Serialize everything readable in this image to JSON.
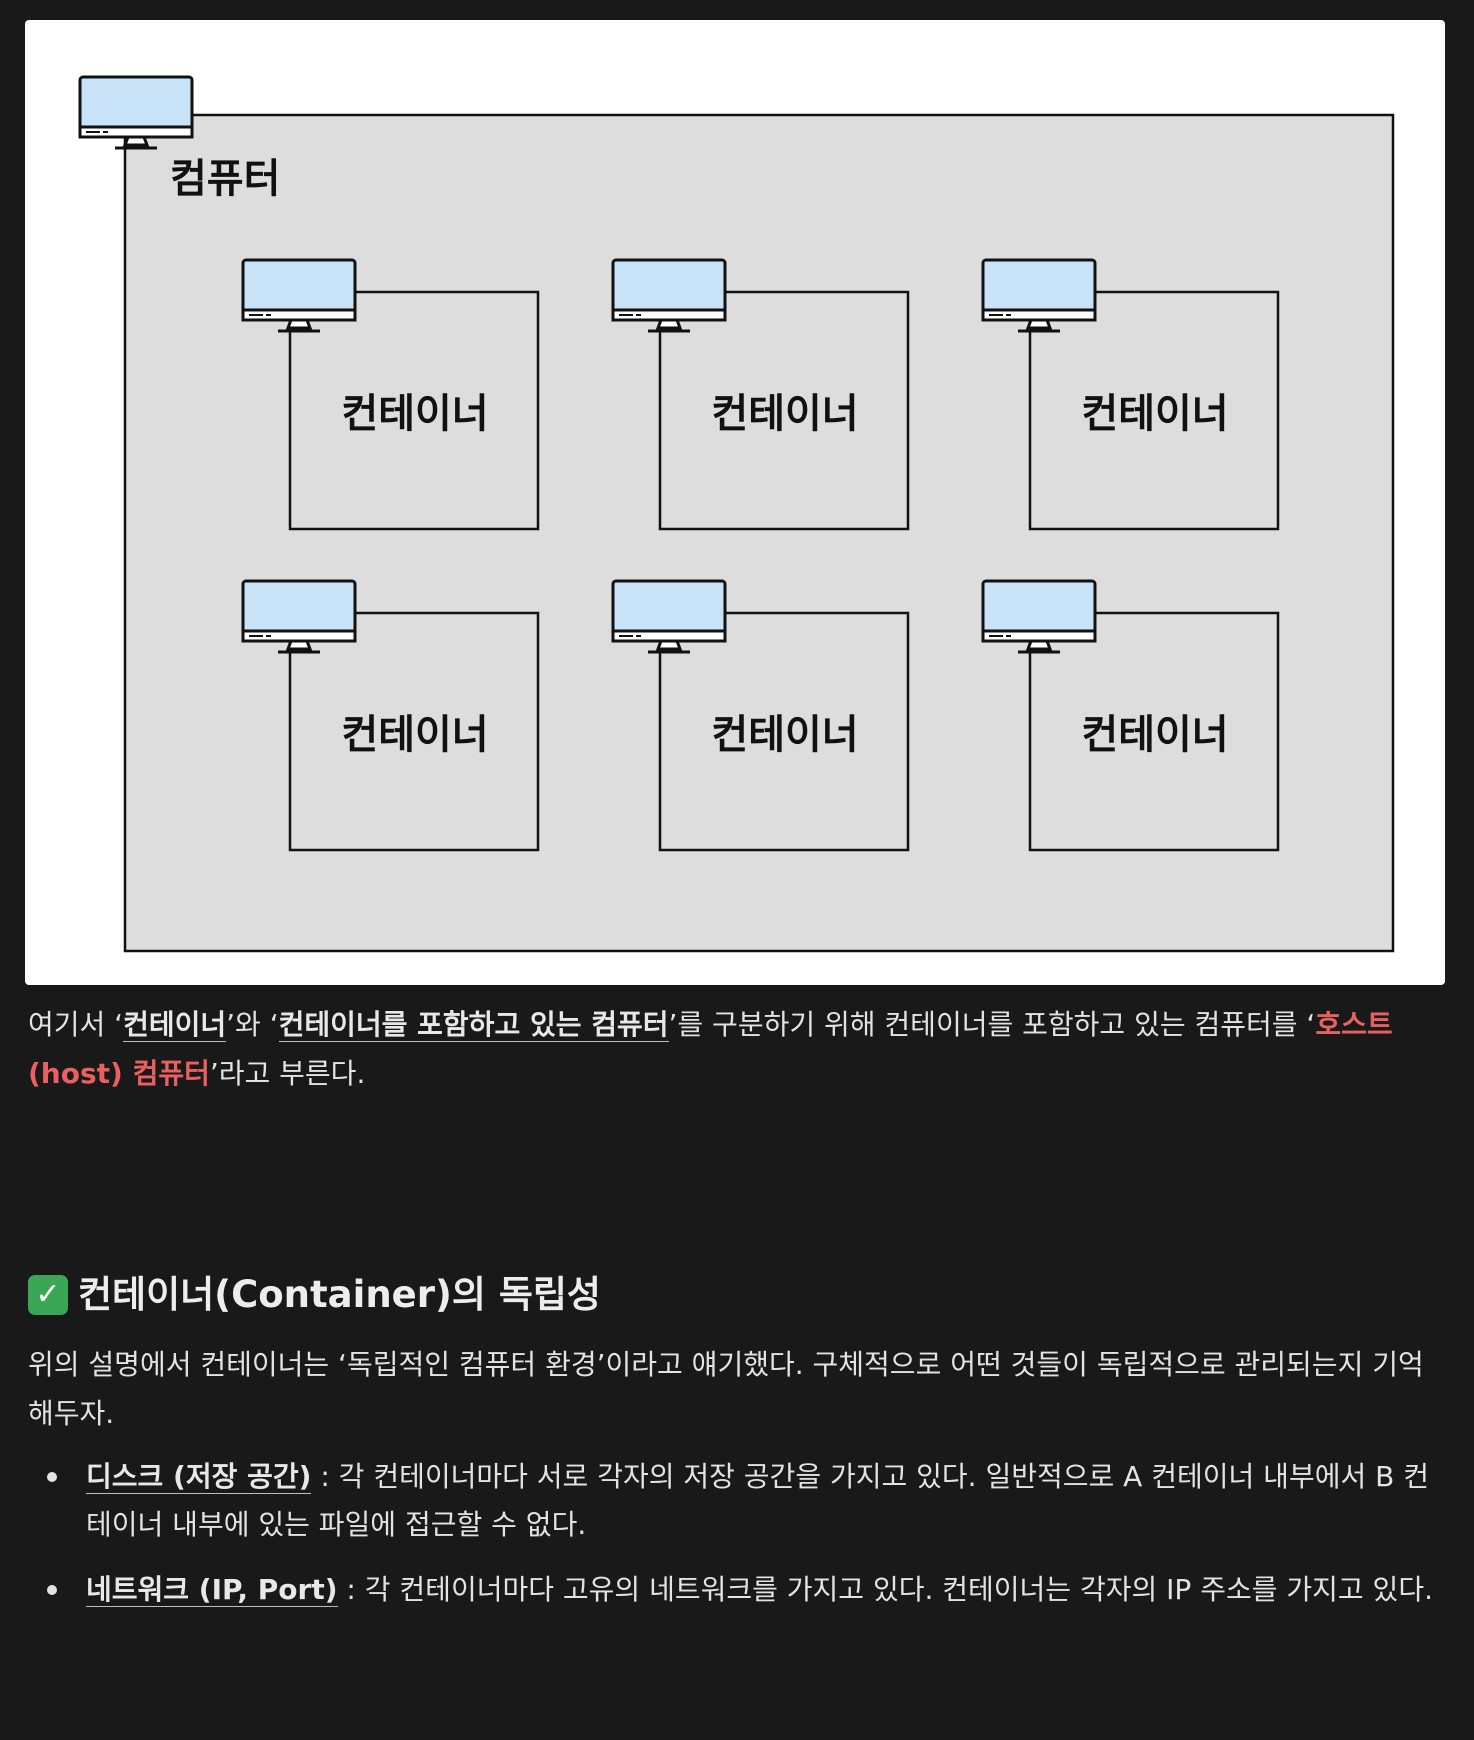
{
  "diagram": {
    "host_label": "컴퓨터",
    "container_label": "컨테이너",
    "colors": {
      "screen": "#c8e2f8",
      "box": "#dddddd",
      "stroke": "#111111"
    }
  },
  "paragraph1": {
    "p1": "여기서 ‘",
    "b1": "컨테이너",
    "p2": "’와 ‘",
    "b2": "컨테이너를 포함하고 있는 컴퓨터",
    "p3": "’를 구분하기 위해 컨테이너를 포함하고 있는 컴퓨터를 ‘",
    "r1": "호스트(host) 컴퓨터",
    "p4": "’라고 부른다."
  },
  "heading": {
    "icon": "✓",
    "text": "컨테이너(Container)의 독립성"
  },
  "paragraph2": "위의 설명에서 컨테이너는 ‘독립적인 컴퓨터 환경’이라고 얘기했다. 구체적으로 어떤 것들이 독립적으로 관리되는지 기억해두자.",
  "bullets": [
    {
      "term": "디스크 (저장 공간)",
      "text": " : 각 컨테이너마다 서로 각자의 저장 공간을 가지고 있다. 일반적으로 A 컨테이너 내부에서 B 컨테이너 내부에 있는 파일에 접근할 수 없다."
    },
    {
      "term": "네트워크 (IP, Port)",
      "text": " : 각 컨테이너마다 고유의 네트워크를 가지고 있다. 컨테이너는 각자의 IP 주소를 가지고 있다."
    }
  ]
}
